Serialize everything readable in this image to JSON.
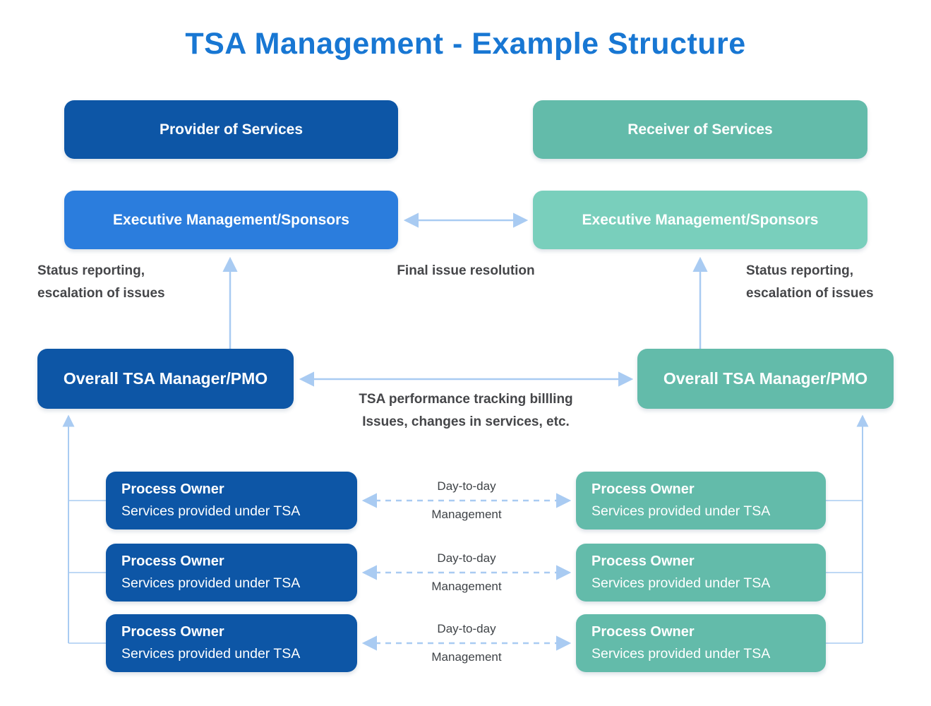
{
  "title": "TSA Management - Example Structure",
  "colors": {
    "title_blue": "#1877d3",
    "provider_dark_blue": "#0d56a6",
    "provider_medium_blue": "#2b7ddd",
    "receiver_teal": "#63bbaa",
    "receiver_light_teal": "#79cfbc",
    "arrow_blue": "#a9cbf2",
    "label_gray": "#454649",
    "box_text": "#ffffff"
  },
  "provider": {
    "org_label": "Provider of Services",
    "executive_label": "Executive Management/Sponsors",
    "manager_label": "Overall TSA Manager/PMO",
    "process_owners": [
      {
        "title": "Process Owner",
        "subtitle": "Services provided under TSA"
      },
      {
        "title": "Process Owner",
        "subtitle": "Services provided under TSA"
      },
      {
        "title": "Process Owner",
        "subtitle": "Services provided under TSA"
      }
    ]
  },
  "receiver": {
    "org_label": "Receiver of Services",
    "executive_label": "Executive Management/Sponsors",
    "manager_label": "Overall TSA Manager/PMO",
    "process_owners": [
      {
        "title": "Process Owner",
        "subtitle": "Services provided under TSA"
      },
      {
        "title": "Process Owner",
        "subtitle": "Services provided under TSA"
      },
      {
        "title": "Process Owner",
        "subtitle": "Services provided under TSA"
      }
    ]
  },
  "edge_labels": {
    "status_reporting_left": {
      "line1": "Status reporting,",
      "line2": "escalation of issues"
    },
    "final_issue_resolution": "Final issue resolution",
    "status_reporting_right": {
      "line1": "Status reporting,",
      "line2": "escalation of issues"
    },
    "tsa_tracking": {
      "line1": "TSA performance tracking billling",
      "line2": "Issues, changes in services, etc."
    },
    "day_to_day": {
      "line1": "Day-to-day",
      "line2": "Management"
    }
  }
}
